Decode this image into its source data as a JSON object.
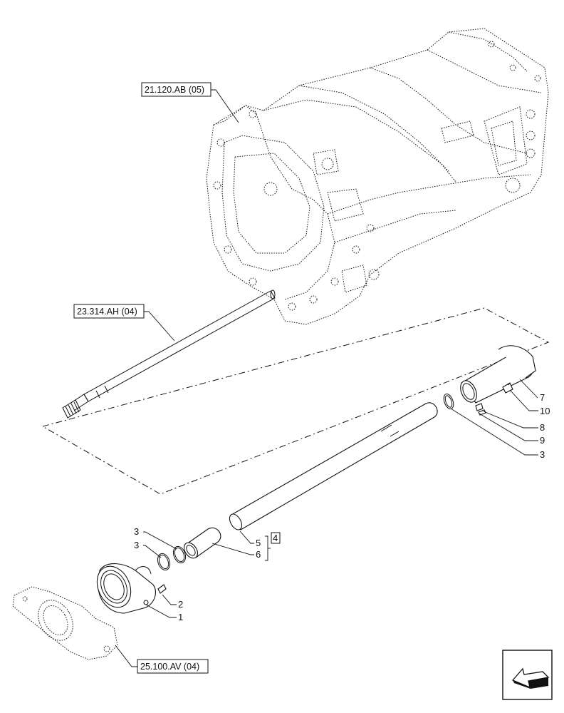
{
  "references": {
    "gearbox": "21.120.AB (05)",
    "shaft": "23.314.AH (04)",
    "axle_housing": "25.100.AV (04)"
  },
  "callouts": {
    "c1": "1",
    "c2": "2",
    "c3a": "3",
    "c3b": "3",
    "c3c": "3",
    "c4": "4",
    "c5": "5",
    "c6": "6",
    "c7": "7",
    "c8": "8",
    "c9": "9",
    "c10": "10"
  },
  "nav_icon": "arrow-icon"
}
